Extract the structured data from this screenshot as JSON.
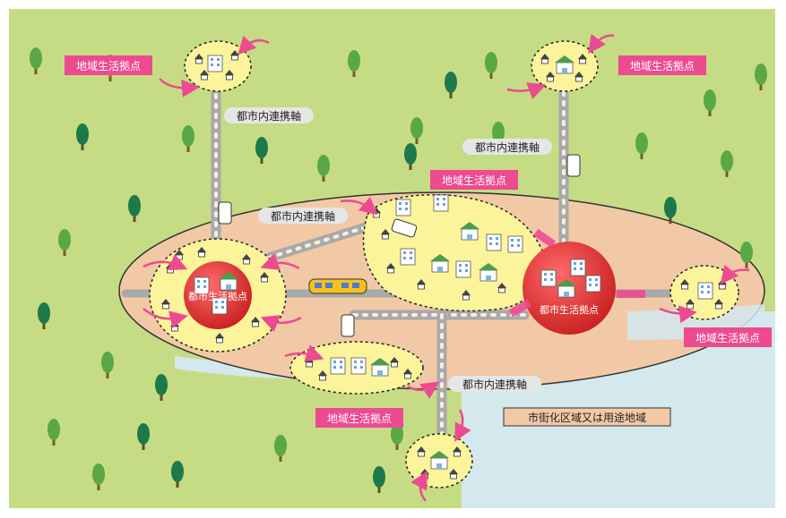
{
  "labels": {
    "regional_hub": "地域生活拠点",
    "urban_hub": "都市生活拠点",
    "urban_axis": "都市内連携軸",
    "legend_area": "市街化区域又は用途地域"
  },
  "colors": {
    "field": "#c5dc84",
    "town_area": "#f2c9a6",
    "water": "#d3e9ee",
    "hub_fill": "#fbf49a",
    "urban_core": "#e03e3e",
    "road": "#a9a9a9",
    "label_magenta": "#ec4a91",
    "tree": "#5aa845",
    "tree_dark": "#1c7a4a"
  }
}
